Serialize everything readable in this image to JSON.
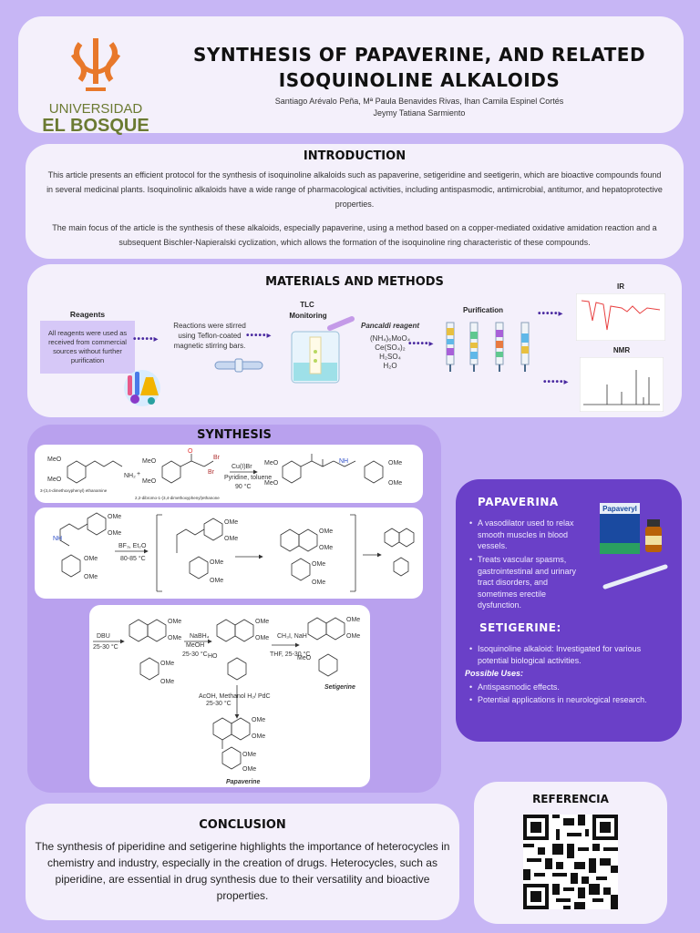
{
  "header": {
    "logo_line1": "UNIVERSIDAD",
    "logo_line2": "EL BOSQUE",
    "title_line1": "SYNTHESIS OF PAPAVERINE, AND RELATED",
    "title_line2": "ISOQUINOLINE ALKALOIDS",
    "authors_line1": "Santiago Arévalo Peña, Mª Paula Benavides Rivas, Ihan Camila Espinel Cortés",
    "authors_line2": "Jeymy Tatiana Sarmiento"
  },
  "introduction": {
    "title": "INTRODUCTION",
    "paragraph1": "This article presents an efficient protocol for the synthesis of isoquinoline alkaloids such as papaverine, setigeridine and seetigerin, which are bioactive compounds found in several medicinal plants.  Isoquinolinic alkaloids have a wide range of pharmacological activities, including antispasmodic, antimicrobial, antitumor, and hepatoprotective properties.",
    "paragraph2": "The main focus of the article is the synthesis of these alkaloids, especially papaverine, using a method based on a copper-mediated oxidative amidation reaction and a subsequent Bischler-Napieralski cyclization, which allows the formation of the isoquinoline ring characteristic of these compounds."
  },
  "materials": {
    "title": "MATERIALS AND METHODS",
    "reagents_label": "Reagents",
    "reagents_text": "All reagents were used as received from commercial sources without further purification",
    "stirring_text": "Reactions were stirred using Teflon-coated magnetic stirring bars.",
    "tlc_label_1": "TLC",
    "tlc_label_2": "Monitoring",
    "pancaldi_label": "Pancaldi reagent",
    "pancaldi_items": [
      "(NH₄)₆MoO₄",
      "Ce(SO₄)₂",
      "H₂SO₄",
      "H₂O"
    ],
    "purification_label": "Purification",
    "ir_label": "IR",
    "nmr_label": "NMR"
  },
  "synthesis": {
    "title": "SYNTHESIS",
    "scheme1_reagent1": "Cu(I)Br",
    "scheme1_reagent2": "Pyridine, toluene",
    "scheme1_reagent3": "90 °C",
    "scheme1_sm1_name": "3-(3,4-dimethoxyphenyl) ethanamine",
    "scheme1_sm2_name": "2,2-dibromo-1-(3,4-dimethoxyphenyl)ethanone",
    "scheme2_reagent1": "BF₃, Et₂O",
    "scheme2_reagent2": "80-85 °C",
    "scheme3_dbu": "DBU",
    "scheme3_dbu_temp": "25-30 °C",
    "scheme3_nabh4": "NaBH₄",
    "scheme3_meoh": "MeOH",
    "scheme3_nabh4_temp": "25-30 °C",
    "scheme3_ch3i": "CH₃I, NaH",
    "scheme3_thf": "THF, 25-30 °C",
    "scheme3_acoh": "AcOH, Methanol  H₂/ PdC",
    "scheme3_acoh_temp": "25-30 °C",
    "setigerine_label": "Setigerine",
    "papaverine_label": "Papaverine",
    "ome": "OMe",
    "meo": "MeO",
    "nh2": "NH₂",
    "nh": "NH",
    "br": "Br",
    "n": "N",
    "o": "O",
    "ho": "HO"
  },
  "papaverina": {
    "title": "PAPAVERINA",
    "bullets": [
      "A vasodilator used to relax smooth muscles in blood vessels.",
      "Treats vascular spasms, gastrointestinal and urinary tract disorders, and sometimes erectile dysfunction."
    ],
    "product_label": "Papaveryl"
  },
  "setigerine": {
    "title": "SETIGERINE:",
    "bullet": "Isoquinoline alkaloid: Investigated for various potential biological activities.",
    "possible_uses": "Possible Uses:",
    "uses": [
      "Antispasmodic effects.",
      "Potential applications in neurological research."
    ]
  },
  "conclusion": {
    "title": "CONCLUSION",
    "text": "The synthesis of piperidine and setigerine highlights the importance of heterocycles in chemistry and industry, especially in the creation of drugs. Heterocycles, such as piperidine, are essential in drug synthesis due to their versatility and bioactive properties."
  },
  "referencia": {
    "title": "REFERENCIA"
  },
  "colors": {
    "background": "#c7b6f5",
    "card": "#f4f0fb",
    "synthesis_panel": "#b9a1ee",
    "papaverina_panel": "#6a40c8",
    "logo_orange": "#e8782a",
    "logo_green": "#6b7a32"
  }
}
